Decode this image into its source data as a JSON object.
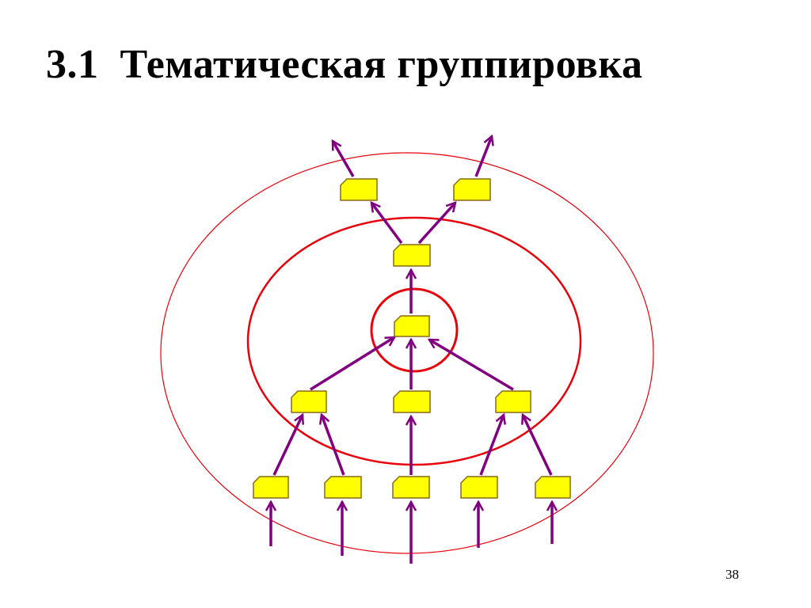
{
  "slide": {
    "title": "3.1  Тематическая группировка",
    "page_number": "38"
  },
  "colors": {
    "ring": "#e8000b",
    "arrow": "#800080",
    "node_fill": "#ffff00",
    "node_stroke": "#8b6914"
  },
  "diagram": {
    "node_icon": "folder-icon",
    "levels": 5,
    "nodes_per_level": [
      5,
      3,
      1,
      1,
      2
    ],
    "rings": 3
  }
}
